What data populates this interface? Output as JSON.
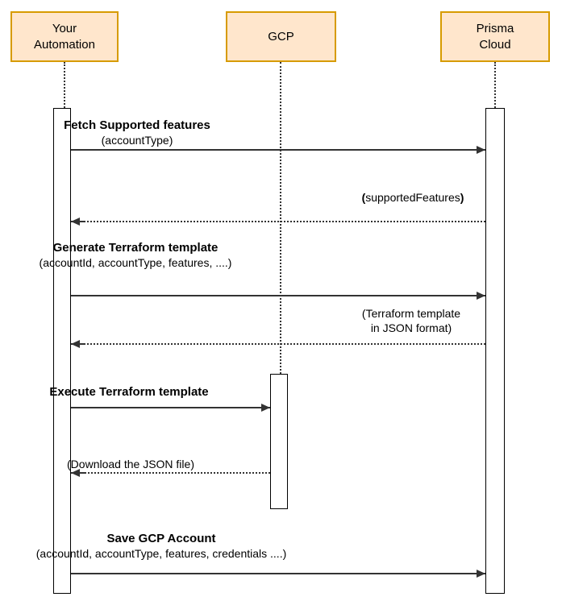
{
  "colors": {
    "actor_fill": "#ffe6cc",
    "actor_border": "#d79b00",
    "line": "#333333",
    "background": "#ffffff"
  },
  "actors": {
    "automation": {
      "label": "Your\nAutomation"
    },
    "gcp": {
      "label": "GCP"
    },
    "prisma": {
      "label": "Prisma\nCloud"
    }
  },
  "messages": {
    "fetch": {
      "title": "Fetch Supported features",
      "params": "(accountType)"
    },
    "supported": {
      "paren_open": "(",
      "text": "supportedFeatures",
      "paren_close": ")"
    },
    "generate": {
      "title": "Generate Terraform template",
      "params": "(accountId, accountType, features, ....)"
    },
    "terraform_json": {
      "line1": "(Terraform template",
      "line2": "in JSON format)"
    },
    "execute": {
      "title": "Execute Terraform template"
    },
    "download": {
      "text": "(Download the JSON file)"
    },
    "save": {
      "title": "Save GCP Account",
      "params": "(accountId, accountType, features, credentials ....)"
    }
  }
}
